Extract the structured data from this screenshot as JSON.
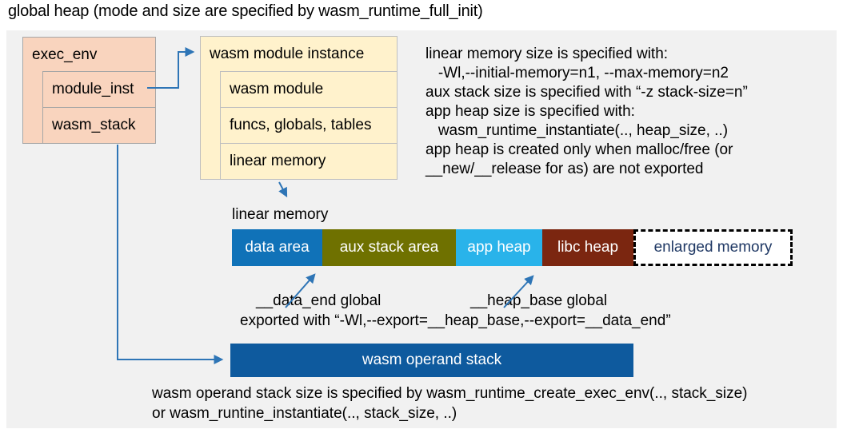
{
  "title": "global heap (mode and size are specified by wasm_runtime_full_init)",
  "exec_env_box": {
    "header": "exec_env",
    "rows": [
      "module_inst",
      "wasm_stack"
    ]
  },
  "module_instance_box": {
    "header": "wasm module instance",
    "rows": [
      "wasm module",
      "funcs, globals, tables",
      "linear memory"
    ]
  },
  "notes_top": {
    "lines": [
      "linear memory size is specified with:",
      "   -Wl,--initial-memory=n1, --max-memory=n2",
      "aux stack size is specified with “-z stack-size=n”",
      "app heap size is specified with:",
      "   wasm_runtime_instantiate(.., heap_size, ..)",
      "app heap is created only when malloc/free (or",
      "__new/__release for as) are not exported"
    ]
  },
  "linear_memory": {
    "label": "linear memory",
    "segments": [
      {
        "label": "data area",
        "color": "#1072B8"
      },
      {
        "label": "aux stack area",
        "color": "#6F7100"
      },
      {
        "label": "app heap",
        "color": "#29B3EA"
      },
      {
        "label": "libc heap",
        "color": "#7B2610"
      },
      {
        "label": "enlarged memory",
        "color": "#FFFFFF",
        "text_color": "#1F3864",
        "border": "dashed"
      }
    ],
    "data_end_label": "__data_end global",
    "heap_base_label": "__heap_base global",
    "export_note": "exported with “-Wl,--export=__heap_base,--export=__data_end”"
  },
  "operand_stack": {
    "label": "wasm operand stack",
    "color": "#0E5A9E",
    "note_lines": [
      "wasm operand stack size is specified by wasm_runtime_create_exec_env(.., stack_size)",
      "or wasm_runtine_instantiate(.., stack_size, ..)"
    ]
  },
  "arrow_color": "#2E75B6",
  "panel_color": "#F1F1F1"
}
